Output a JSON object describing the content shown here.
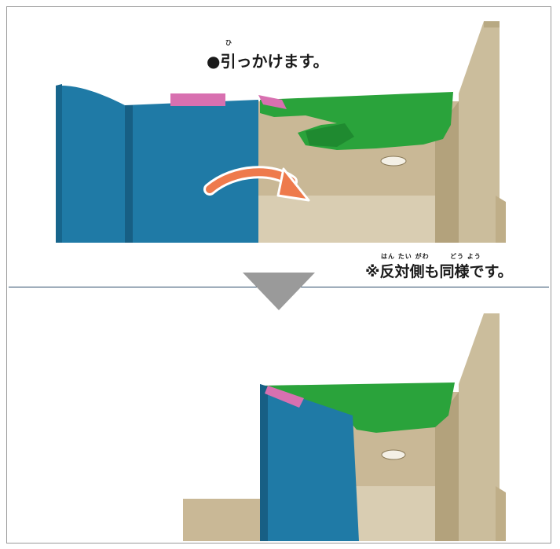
{
  "step_top": {
    "caption": "●引っかけます。",
    "ruby_hi": "ひ"
  },
  "step_note": {
    "caption": "※反対側も同様です。",
    "ruby_hantaigawa": "はん たい がわ",
    "ruby_douyou": "どう よう"
  },
  "colors": {
    "blue_flap": "#1f7aa6",
    "green_panel": "#2aa33b",
    "cardboard": "#c9b896",
    "pink_tab": "#d870b0",
    "orange_arrow": "#ee7a4c",
    "gray_arrow": "#9a9a9a",
    "divider": "#2a4a6a"
  },
  "icons": {
    "curve_arrow": "orange-curved-arrow-icon",
    "down_arrow": "gray-down-triangle-icon"
  }
}
